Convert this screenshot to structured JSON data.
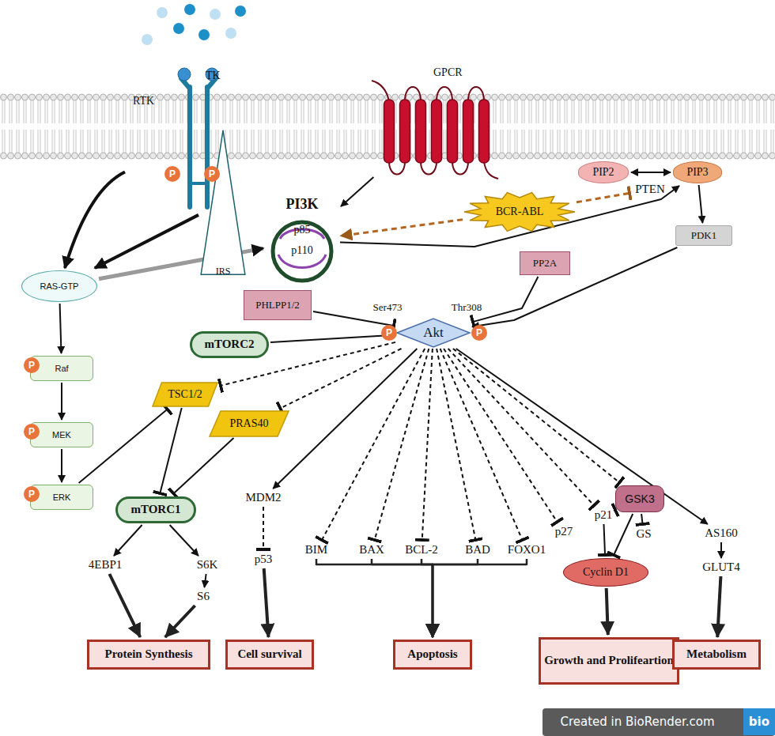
{
  "diagram": {
    "nodes": [
      {
        "text": [
          "TK",
          "RTK"
        ]
      },
      {
        "text": [
          "GPCR"
        ]
      },
      {
        "text": [
          "PIP2"
        ]
      },
      {
        "text": [
          "PTEN"
        ]
      },
      {
        "text": [
          "PIP3"
        ]
      },
      {
        "text": [
          "IRS"
        ]
      },
      {
        "text": [
          "PI3K",
          "p85",
          "p110"
        ]
      },
      {
        "text": [
          "BCR-ABL"
        ]
      },
      {
        "text": [
          "PDK1"
        ]
      },
      {
        "text": [
          "RAS-GTP"
        ]
      },
      {
        "text": [
          "PP2A"
        ]
      },
      {
        "text": [
          "PHLPP1/2"
        ]
      },
      {
        "text": [
          "Akt"
        ]
      },
      {
        "text": [
          "Raf"
        ]
      },
      {
        "text": [
          "mTORC2"
        ]
      },
      {
        "text": [
          "TSC1/2"
        ]
      },
      {
        "text": [
          "PRAS40"
        ]
      },
      {
        "text": [
          "MEK"
        ]
      },
      {
        "text": [
          "ERK"
        ]
      },
      {
        "text": [
          "mTORC1"
        ]
      },
      {
        "text": [
          "MDM2"
        ]
      },
      {
        "text": [
          "GSK3"
        ]
      },
      {
        "text": [
          "p21"
        ]
      },
      {
        "text": [
          "p27"
        ]
      },
      {
        "text": [
          "GS"
        ]
      },
      {
        "text": [
          "AS160"
        ]
      },
      {
        "text": [
          "4EBP1"
        ]
      },
      {
        "text": [
          "S6K"
        ]
      },
      {
        "text": [
          "p53"
        ]
      },
      {
        "text": [
          "BIM"
        ]
      },
      {
        "text": [
          "BAX"
        ]
      },
      {
        "text": [
          "BCL-2"
        ]
      },
      {
        "text": [
          "BAD"
        ]
      },
      {
        "text": [
          "FOXO1"
        ]
      },
      {
        "text": [
          "Cyclin D1"
        ]
      },
      {
        "text": [
          "GLUT4"
        ]
      },
      {
        "text": [
          "S6"
        ]
      },
      {
        "text": [
          "Protein Synthesis"
        ]
      },
      {
        "text": [
          "Cell survival"
        ]
      },
      {
        "text": [
          "Apoptosis"
        ]
      },
      {
        "text": [
          "Growth and Prolifeartion"
        ]
      },
      {
        "text": [
          "Metabolism"
        ]
      }
    ],
    "edges": [
      {
        "from": 0,
        "to": 9,
        "arrow": "to"
      },
      {
        "from": 5,
        "to": 9,
        "arrow": "to"
      },
      {
        "from": 9,
        "to": 6,
        "arrow": "to"
      },
      {
        "from": 1,
        "to": 6,
        "arrow": "to"
      },
      {
        "from": 6,
        "to": 4,
        "arrow": "to"
      },
      {
        "from": 7,
        "to": 6,
        "arrow": "to"
      },
      {
        "from": 7,
        "to": 3,
        "arrow": "to"
      },
      {
        "from": 2,
        "to": 4,
        "arrow": "both"
      },
      {
        "from": 4,
        "to": 8,
        "arrow": "to"
      },
      {
        "from": 8,
        "to": 12,
        "arrow": "to"
      },
      {
        "from": 10,
        "to": 12,
        "arrow": "to"
      },
      {
        "from": 11,
        "to": 12,
        "arrow": "to"
      },
      {
        "from": 14,
        "to": 12,
        "arrow": "to"
      },
      {
        "from": 9,
        "to": 13,
        "arrow": "to"
      },
      {
        "from": 13,
        "to": 17,
        "arrow": "to"
      },
      {
        "from": 17,
        "to": 18,
        "arrow": "to"
      },
      {
        "from": 18,
        "to": 15,
        "arrow": "to"
      },
      {
        "from": 12,
        "to": 15,
        "arrow": "to"
      },
      {
        "from": 12,
        "to": 16,
        "arrow": "to"
      },
      {
        "from": 15,
        "to": 19,
        "arrow": "to"
      },
      {
        "from": 16,
        "to": 19,
        "arrow": "to"
      },
      {
        "from": 19,
        "to": 26,
        "arrow": "to"
      },
      {
        "from": 19,
        "to": 27,
        "arrow": "to"
      },
      {
        "from": 27,
        "to": 36,
        "arrow": "to"
      },
      {
        "from": 26,
        "to": 37,
        "arrow": "to"
      },
      {
        "from": 36,
        "to": 37,
        "arrow": "to"
      },
      {
        "from": 12,
        "to": 20,
        "arrow": "to"
      },
      {
        "from": 20,
        "to": 28,
        "arrow": "to"
      },
      {
        "from": 28,
        "to": 38,
        "arrow": "to"
      },
      {
        "from": 12,
        "to": 29,
        "arrow": "to"
      },
      {
        "from": 12,
        "to": 30,
        "arrow": "to"
      },
      {
        "from": 12,
        "to": 31,
        "arrow": "to"
      },
      {
        "from": 12,
        "to": 32,
        "arrow": "to"
      },
      {
        "from": 12,
        "to": 33,
        "arrow": "to"
      },
      {
        "from": 12,
        "to": 23,
        "arrow": "to"
      },
      {
        "from": 12,
        "to": 22,
        "arrow": "to"
      },
      {
        "from": 12,
        "to": 21,
        "arrow": "to"
      },
      {
        "from": 12,
        "to": 25,
        "arrow": "to"
      },
      {
        "from": 29,
        "to": 39,
        "arrow": "to"
      },
      {
        "from": 30,
        "to": 39,
        "arrow": "to"
      },
      {
        "from": 31,
        "to": 39,
        "arrow": "to"
      },
      {
        "from": 32,
        "to": 39,
        "arrow": "to"
      },
      {
        "from": 33,
        "to": 39,
        "arrow": "to"
      },
      {
        "from": 21,
        "to": 22,
        "arrow": "to"
      },
      {
        "from": 21,
        "to": 24,
        "arrow": "to"
      },
      {
        "from": 21,
        "to": 34,
        "arrow": "to"
      },
      {
        "from": 22,
        "to": 34,
        "arrow": "to"
      },
      {
        "from": 34,
        "to": 40,
        "arrow": "to"
      },
      {
        "from": 25,
        "to": 35,
        "arrow": "to"
      },
      {
        "from": 35,
        "to": 41,
        "arrow": "to"
      }
    ],
    "labels": [
      "P",
      "P",
      "Ser473",
      "Thr308",
      "P",
      "P",
      "P",
      "P",
      "P",
      "Created in BioRender.com",
      "bio"
    ]
  }
}
